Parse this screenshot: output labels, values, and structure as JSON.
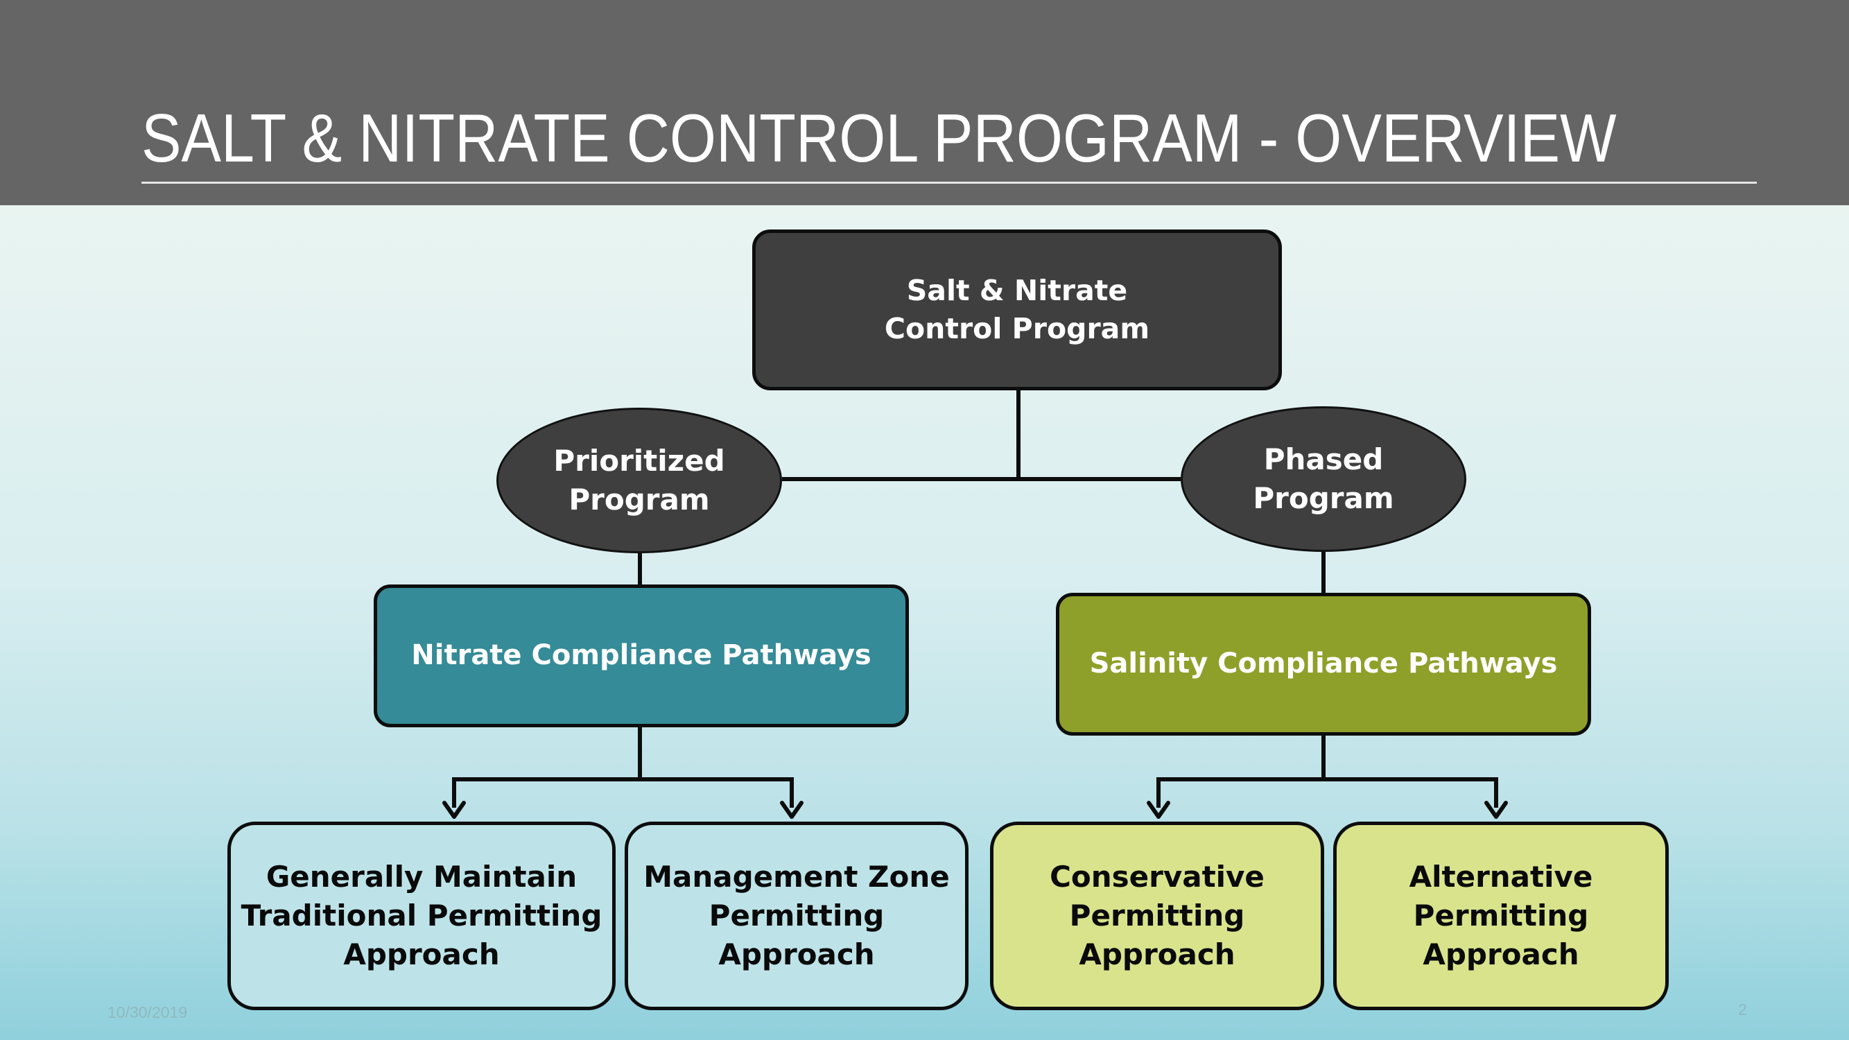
{
  "slide": {
    "title": "SALT & NITRATE CONTROL PROGRAM - OVERVIEW",
    "date": "10/30/2019",
    "page_number": "2"
  },
  "diagram": {
    "root": {
      "line1": "Salt & Nitrate",
      "line2": "Control Program"
    },
    "programs": [
      {
        "line1": "Prioritized",
        "line2": "Program"
      },
      {
        "line1": "Phased",
        "line2": "Program"
      }
    ],
    "pathways": [
      {
        "label": "Nitrate Compliance Pathways",
        "color": "#358b97"
      },
      {
        "label": "Salinity Compliance Pathways",
        "color": "#8fa02a"
      }
    ],
    "approaches": [
      {
        "line1": "Generally Maintain",
        "line2": "Traditional Permitting",
        "line3": "Approach"
      },
      {
        "line1": "Management Zone",
        "line2": "Permitting",
        "line3": "Approach"
      },
      {
        "line1": "Conservative",
        "line2": "Permitting",
        "line3": "Approach"
      },
      {
        "line1": "Alternative",
        "line2": "Permitting",
        "line3": "Approach"
      }
    ]
  },
  "colors": {
    "header_bg": "#656565",
    "dark_node": "#3f3f3f",
    "nitrate_leaf": "#bde3e8",
    "salinity_leaf": "#d9e38c"
  }
}
